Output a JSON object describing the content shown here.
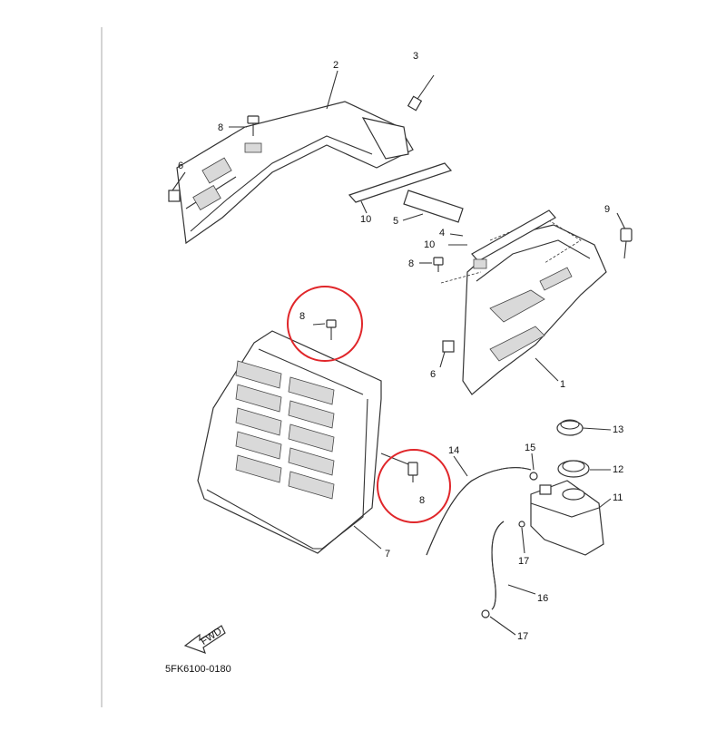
{
  "callouts": {
    "c1": "1",
    "c2": "2",
    "c3": "3",
    "c4": "4",
    "c5": "5",
    "c6a": "6",
    "c6b": "6",
    "c7": "7",
    "c8a": "8",
    "c8b": "8",
    "c8c": "8",
    "c8d": "8",
    "c9": "9",
    "c10a": "10",
    "c10b": "10",
    "c11": "11",
    "c12": "12",
    "c13": "13",
    "c14": "14",
    "c15": "15",
    "c16": "16",
    "c17a": "17",
    "c17b": "17"
  },
  "fwd_label": "FWD",
  "diagram_code": "5FK6100-0180",
  "highlight_color": "#e0262a"
}
